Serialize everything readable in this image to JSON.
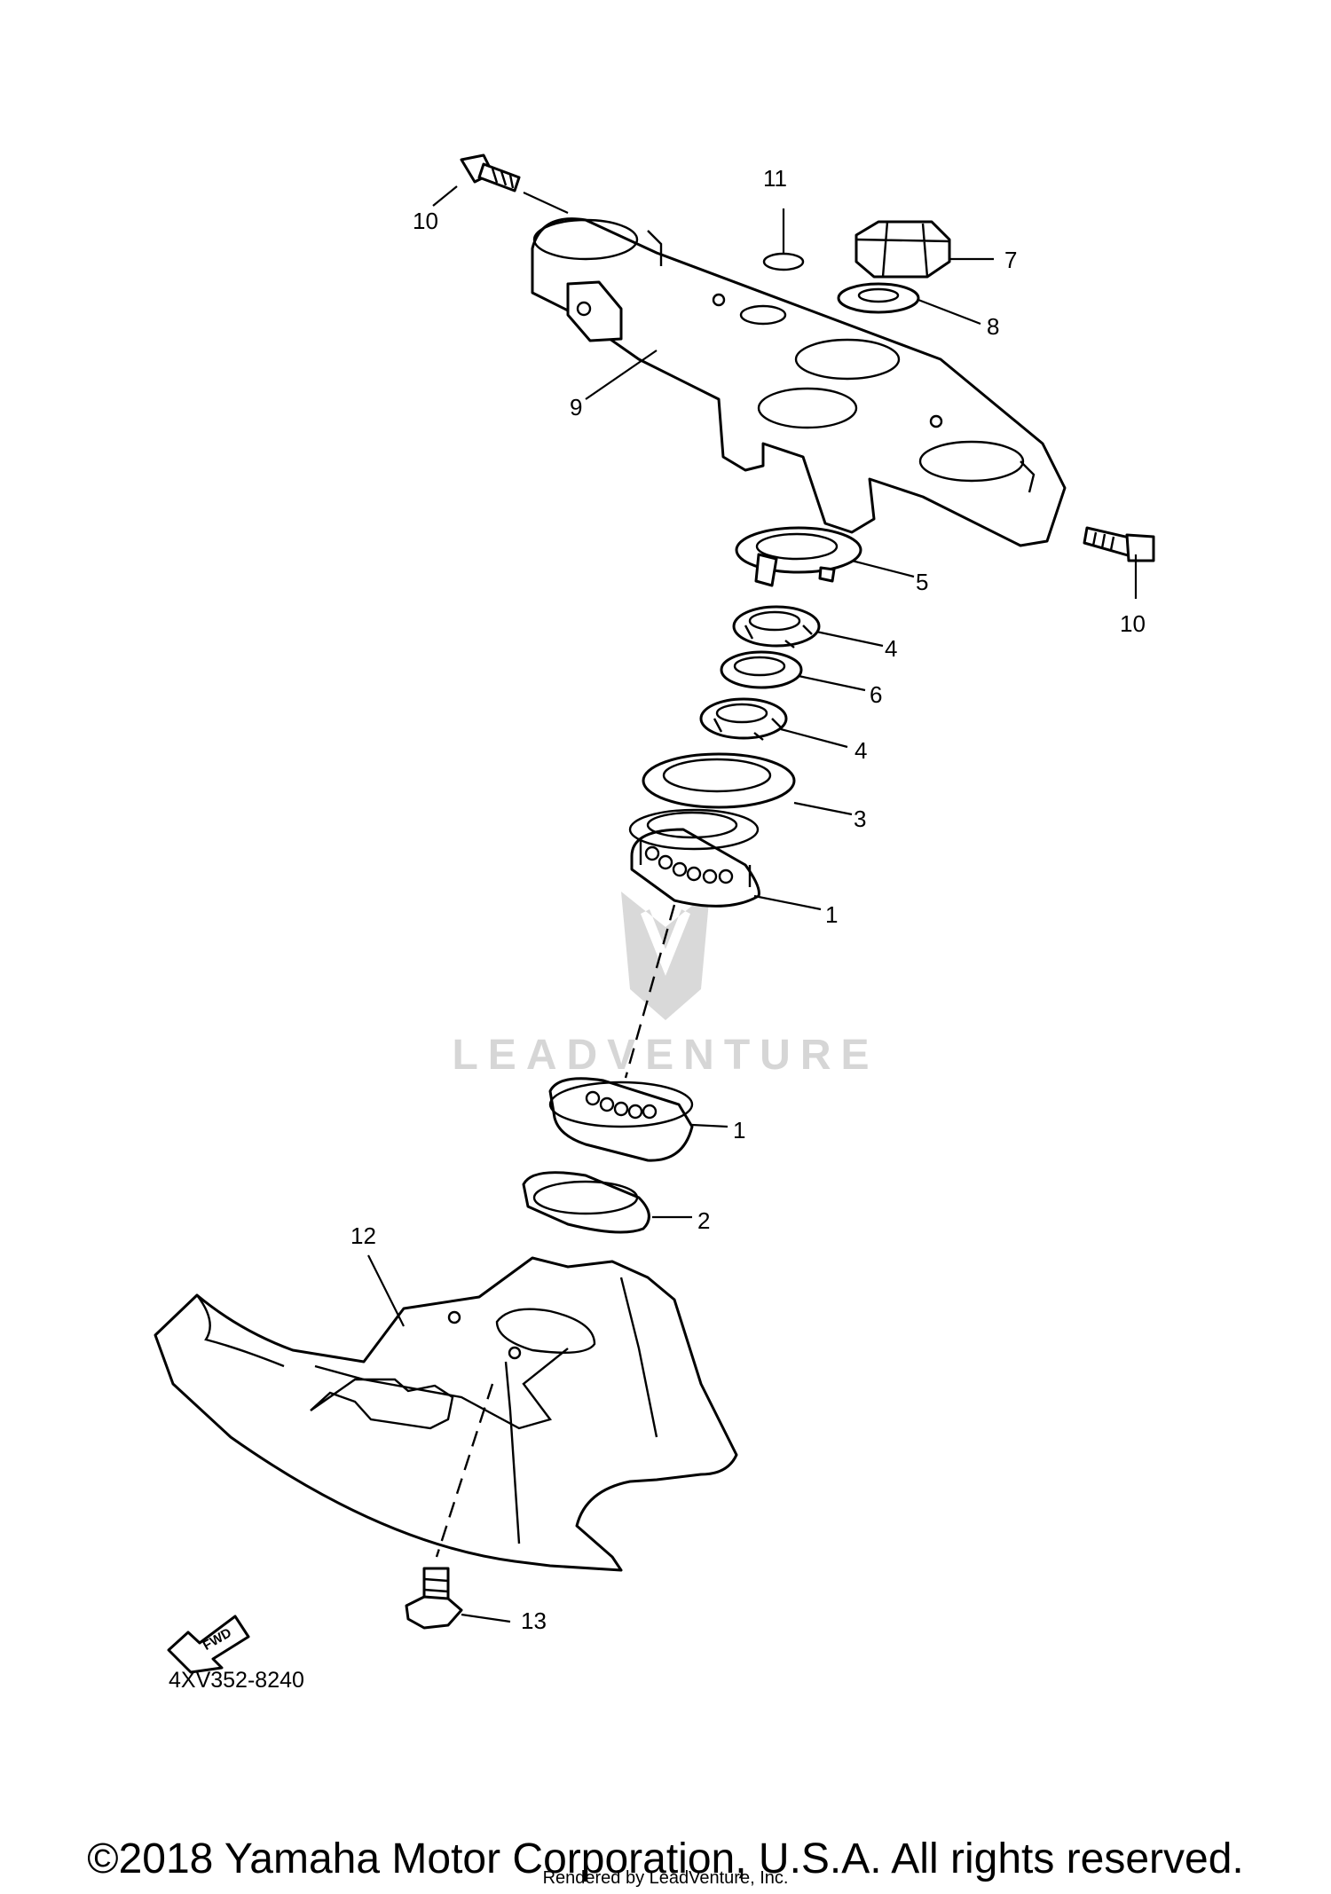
{
  "diagram": {
    "callouts": {
      "c1a": "1",
      "c1b": "1",
      "c2": "2",
      "c3": "3",
      "c4a": "4",
      "c4b": "4",
      "c5": "5",
      "c6": "6",
      "c7": "7",
      "c8": "8",
      "c9": "9",
      "c10a": "10",
      "c10b": "10",
      "c11": "11",
      "c12": "12",
      "c13": "13"
    },
    "fwd_label": "FWD",
    "drawing_code": "4XV352-8240",
    "watermark_text": "LEADVENTURE",
    "watermark_logo": "leadventure-logo-icon"
  },
  "footer": {
    "copyright": "©2018 Yamaha Motor Corporation, U.S.A. All rights reserved.",
    "rendered_by": "Rendered by LeadVenture, Inc."
  }
}
